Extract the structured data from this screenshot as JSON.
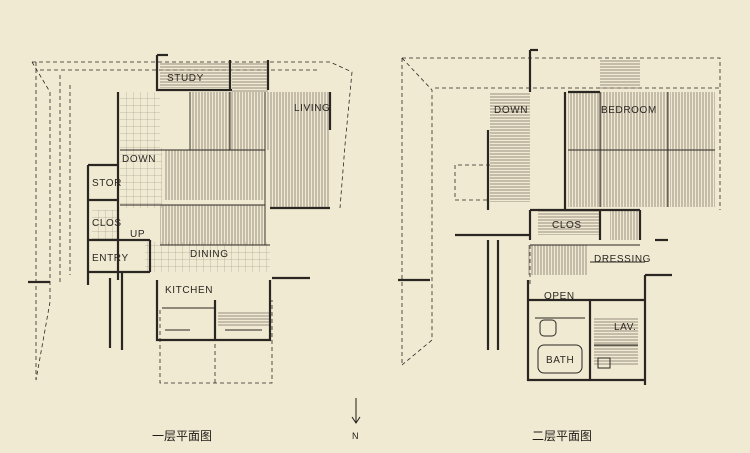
{
  "plans": {
    "first": {
      "caption": "一层平面图",
      "rooms": {
        "study": "STUDY",
        "living": "LIVING",
        "down": "DOWN",
        "stor": "STOR",
        "clos": "CLOS",
        "up": "UP",
        "entry": "ENTRY",
        "dining": "DINING",
        "kitchen": "KITCHEN"
      }
    },
    "second": {
      "caption": "二层平面图",
      "rooms": {
        "down": "DOWN",
        "bedroom": "BEDROOM",
        "clos": "CLOS",
        "dressing": "DRESSING",
        "open": "OPEN",
        "lav": "LAV.",
        "bath": "BATH"
      }
    }
  },
  "north_label": "N",
  "colors": {
    "background": "#f1ead2",
    "line": "#2a2622",
    "hatch": "#6f675c",
    "grid": "#8d867a"
  }
}
